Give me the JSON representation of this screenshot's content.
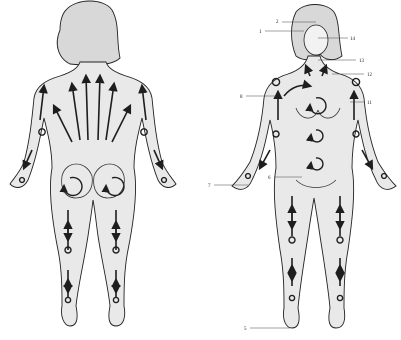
{
  "colors": {
    "skin": "#e9e9e9",
    "outline": "#222222",
    "hair": "#d8d8d8",
    "arrow": "#1e1e1e"
  },
  "figures": [
    {
      "name": "back-view"
    },
    {
      "name": "front-view"
    }
  ],
  "callouts": [
    "1",
    "2",
    "14",
    "13",
    "12",
    "11",
    "8",
    "7",
    "6",
    "5"
  ]
}
